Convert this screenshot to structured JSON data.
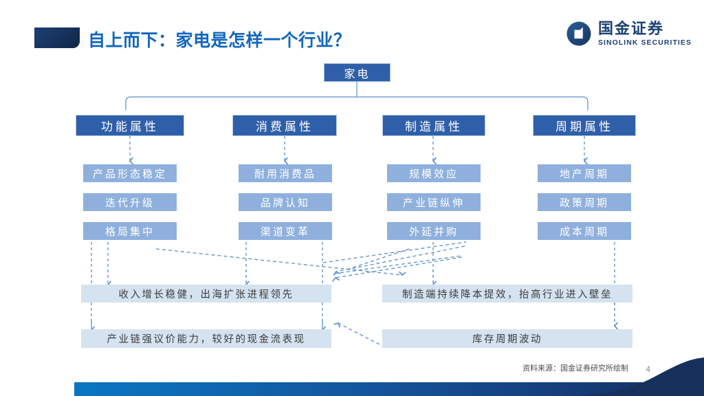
{
  "header": {
    "title": "自上而下：家电是怎样一个行业？",
    "accent_color": "#16325c",
    "title_color": "#1166bb"
  },
  "logo": {
    "name_cn": "国金证券",
    "name_en": "SINOLINK SECURITIES",
    "mark_icon": "sinolink-circle-mark-icon",
    "color": "#1b3f74"
  },
  "diagram": {
    "root": {
      "label": "家电"
    },
    "colors": {
      "level1_fill": "#2f5fa8",
      "level2_fill": "#8fb0dd",
      "summary_fill": "#d5e2f0",
      "connector": "#5a8fc8"
    },
    "columns": [
      {
        "header": "功能属性",
        "items": [
          "产品形态稳定",
          "迭代升级",
          "格局集中"
        ]
      },
      {
        "header": "消费属性",
        "items": [
          "耐用消费品",
          "品牌认知",
          "渠道变革"
        ]
      },
      {
        "header": "制造属性",
        "items": [
          "规模效应",
          "产业链纵伸",
          "外延并购"
        ]
      },
      {
        "header": "周期属性",
        "items": [
          "地产周期",
          "政策周期",
          "成本周期"
        ]
      }
    ],
    "summaries": [
      {
        "label": "收入增长稳健，出海扩张进程领先"
      },
      {
        "label": "制造端持续降本提效，抬高行业进入壁垒"
      },
      {
        "label": "产业链强议价能力，较好的现金流表现"
      },
      {
        "label": "库存周期波动"
      }
    ]
  },
  "footer": {
    "source": "资料来源：国金证券研究所绘制",
    "page_number": "4"
  }
}
